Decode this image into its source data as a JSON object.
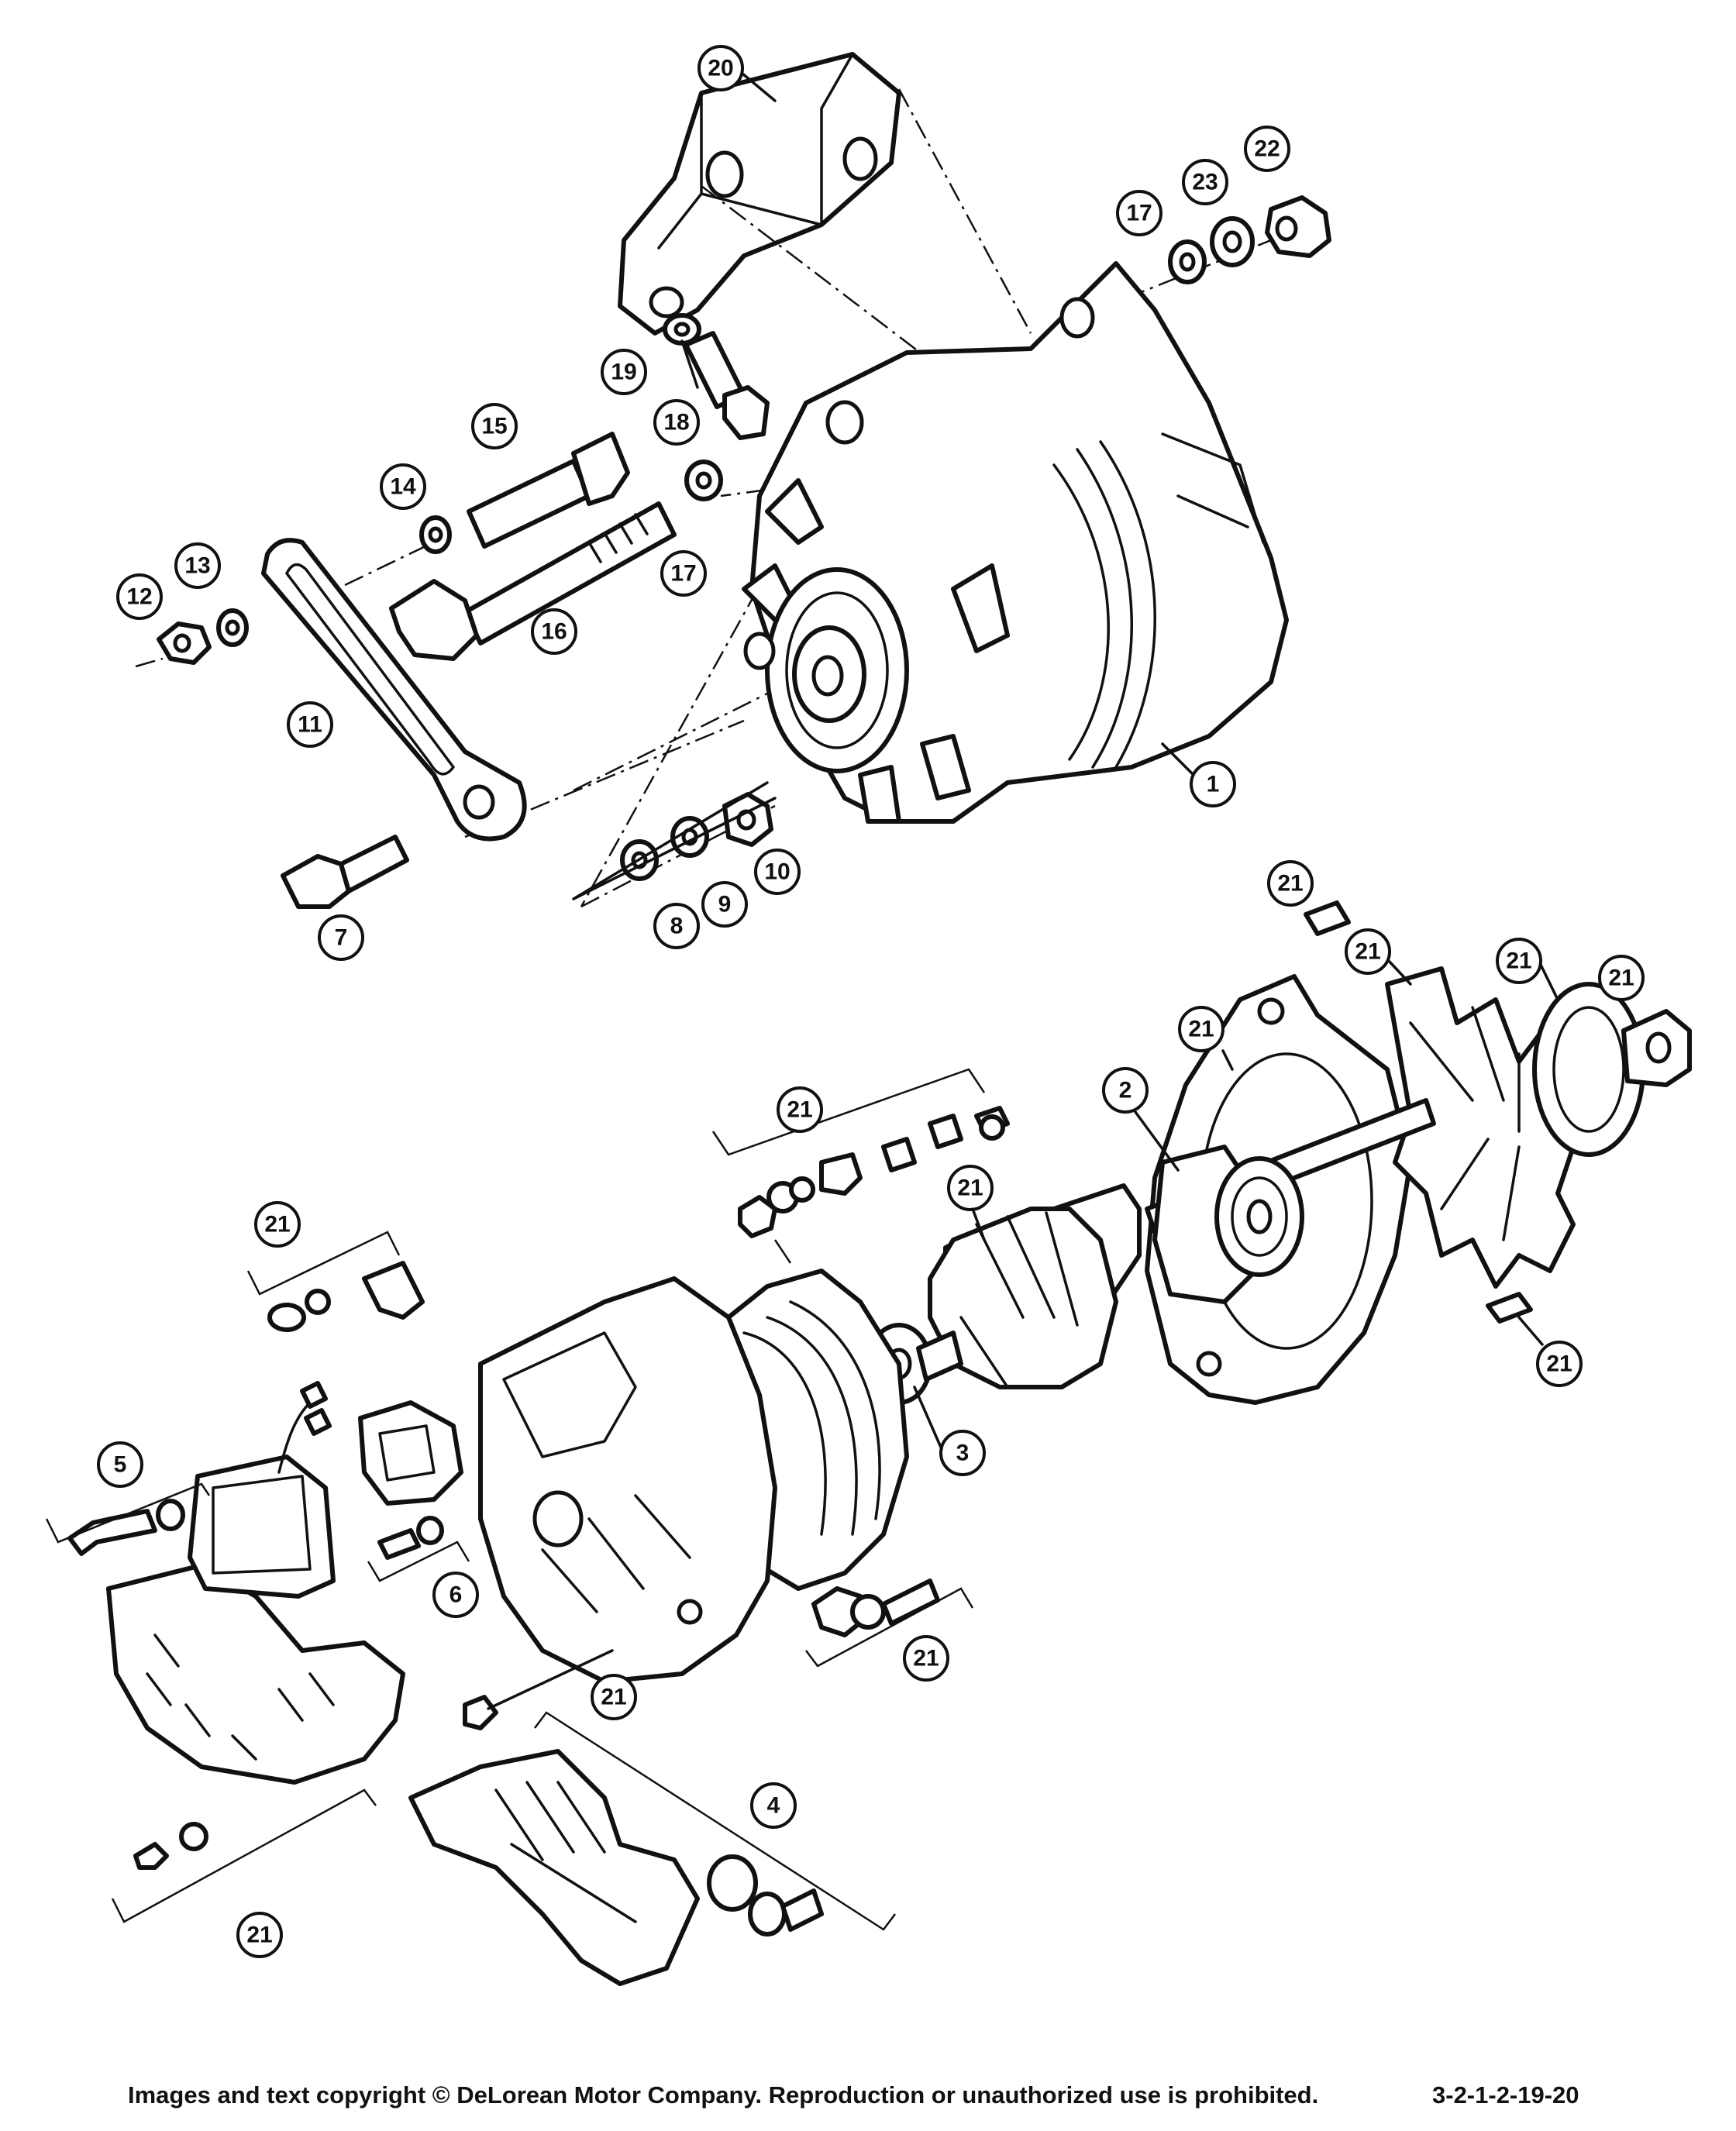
{
  "footer": {
    "copyright": "Images and text copyright © DeLorean Motor Company. Reproduction or unauthorized use is prohibited.",
    "drawing_number": "3-2-1-2-19-20"
  },
  "callouts": {
    "c20": "20",
    "c17a": "17",
    "c23": "23",
    "c22": "22",
    "c19": "19",
    "c18": "18",
    "c15": "15",
    "c14": "14",
    "c13": "13",
    "c12": "12",
    "c17b": "17",
    "c16": "16",
    "c11": "11",
    "c1": "1",
    "c7": "7",
    "c8": "8",
    "c9": "9",
    "c10": "10",
    "c21a": "21",
    "c21b": "21",
    "c21c": "21",
    "c21d": "21",
    "c21e": "21",
    "c2": "2",
    "c21f": "21",
    "c21g": "21",
    "c21h": "21",
    "c21i": "21",
    "c5": "5",
    "c3": "3",
    "c6": "6",
    "c21j": "21",
    "c21k": "21",
    "c4": "4",
    "c21l": "21"
  }
}
